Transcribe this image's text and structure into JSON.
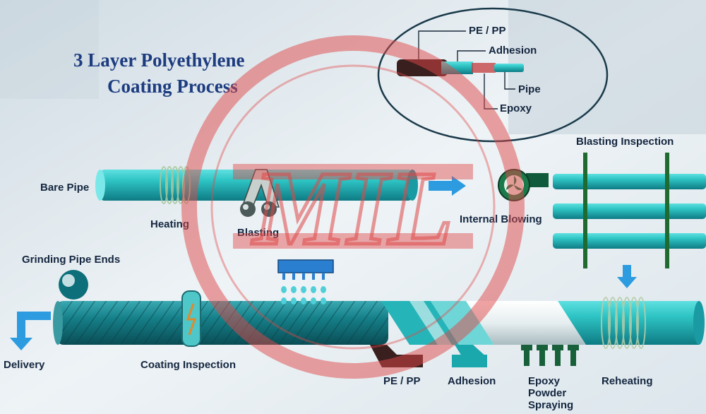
{
  "title": {
    "line1": "3 Layer Polyethylene",
    "line2": "Coating Process"
  },
  "inset_labels": {
    "pe_pp": "PE / PP",
    "adhesion": "Adhesion",
    "pipe": "Pipe",
    "epoxy": "Epoxy"
  },
  "steps": {
    "bare_pipe": "Bare Pipe",
    "heating": "Heating",
    "blasting": "Blasting",
    "internal_blowing": "Internal Blowing",
    "blasting_inspection": "Blasting Inspection",
    "grinding_pipe_ends": "Grinding Pipe Ends",
    "delivery": "Delivery",
    "coating_inspection": "Coating Inspection",
    "pe_pp": "PE / PP",
    "adhesion": "Adhesion",
    "epoxy_line1": "Epoxy",
    "epoxy_line2": "Powder",
    "epoxy_line3": "Spraying",
    "reheating": "Reheating"
  },
  "watermark": "MIL",
  "colors": {
    "pipe": "#2ec4c4",
    "pipe_dark": "#0e6f78",
    "arrow": "#2c9be0",
    "pe_pp": "#7a0f12",
    "adhesion": "#1aa8ac",
    "epoxy_nozzle": "#17603a",
    "watermark": "#e04848"
  }
}
